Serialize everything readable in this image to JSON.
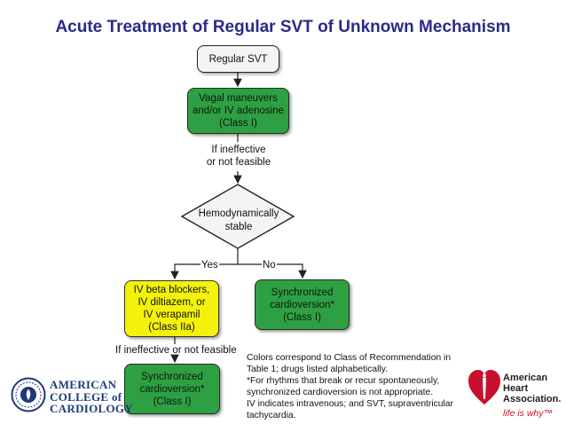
{
  "title": "Acute Treatment of Regular SVT of Unknown Mechanism",
  "nodes": {
    "start": "Regular SVT",
    "vagal": [
      "Vagal maneuvers",
      "and/or IV adenosine",
      "(Class I)"
    ],
    "decision": [
      "Hemodynamically",
      "stable"
    ],
    "sync_right": [
      "Synchronized",
      "cardioversion*",
      "(Class I)"
    ],
    "drugs": [
      "IV beta blockers,",
      "IV diltiazem, or",
      "IV verapamil",
      "(Class IIa)"
    ],
    "sync_bottom": [
      "Synchronized",
      "cardioversion*",
      "(Class I)"
    ]
  },
  "edge_labels": {
    "ineffective_1": [
      "If ineffective",
      "or not feasible"
    ],
    "yes": "Yes",
    "no": "No",
    "ineffective_2": "If ineffective or not feasible"
  },
  "footnotes": [
    "Colors correspond to Class of Recommendation in",
    "Table 1; drugs listed alphabetically.",
    "*For rhythms that break or recur spontaneously,",
    "synchronized cardioversion is not appropriate.",
    "IV indicates intravenous; and SVT, supraventricular",
    "tachycardia."
  ],
  "logos": {
    "acc": [
      "AMERICAN",
      "COLLEGE of",
      "CARDIOLOGY"
    ],
    "aha": [
      "American",
      "Heart",
      "Association."
    ],
    "aha_tagline": "life is why™"
  },
  "colors": {
    "title": "#2b2a8a",
    "class_I": "#2ea043",
    "class_IIa": "#f4f20c",
    "acc_blue": "#1e3a78",
    "aha_red": "#c8102e"
  }
}
